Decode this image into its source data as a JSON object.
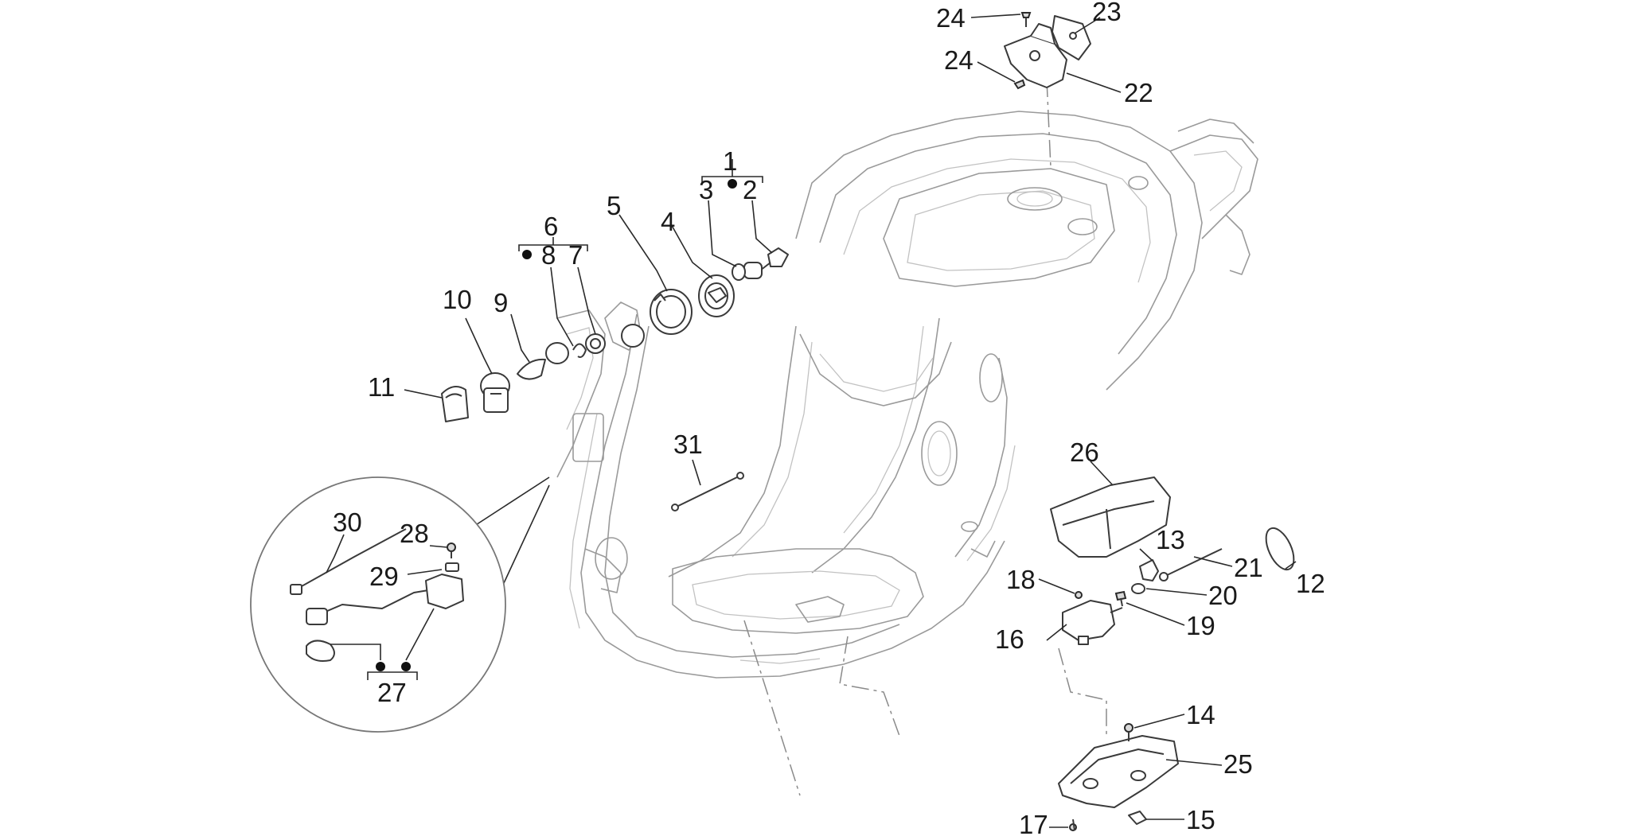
{
  "diagram": {
    "callouts": {
      "c1": "1",
      "c2": "2",
      "c3": "3",
      "c4": "4",
      "c5": "5",
      "c6": "6",
      "c7": "7",
      "c8": "8",
      "c9": "9",
      "c10": "10",
      "c11": "11",
      "c12": "12",
      "c13": "13",
      "c14": "14",
      "c15": "15",
      "c16": "16",
      "c17": "17",
      "c18": "18",
      "c19": "19",
      "c20": "20",
      "c21": "21",
      "c22": "22",
      "c23": "23",
      "c24a": "24",
      "c24b": "24",
      "c25": "25",
      "c26": "26",
      "c27": "27",
      "c28": "28",
      "c29": "29",
      "c30": "30",
      "c31": "31"
    }
  }
}
